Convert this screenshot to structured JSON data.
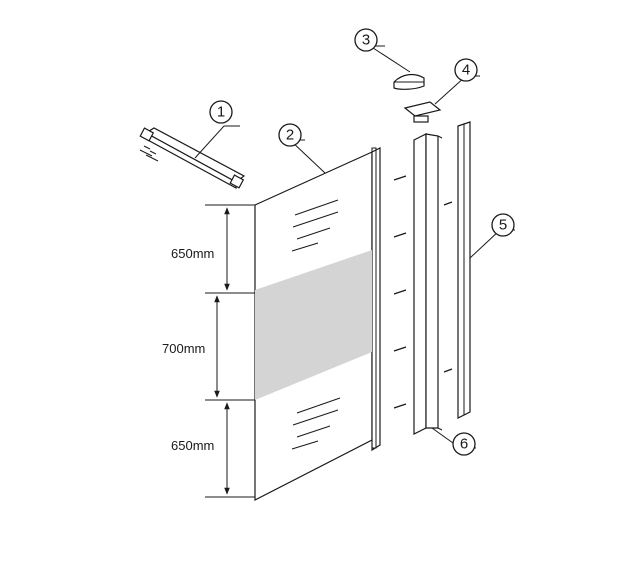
{
  "callouts": [
    {
      "number": "1"
    },
    {
      "number": "2"
    },
    {
      "number": "3"
    },
    {
      "number": "4"
    },
    {
      "number": "5"
    },
    {
      "number": "6"
    }
  ],
  "dimensions": [
    {
      "label": "650mm"
    },
    {
      "label": "700mm"
    },
    {
      "label": "650mm"
    }
  ],
  "colors": {
    "line": "#1a1a1a",
    "frosted_band": "#d4d4d4",
    "background": "#ffffff"
  }
}
